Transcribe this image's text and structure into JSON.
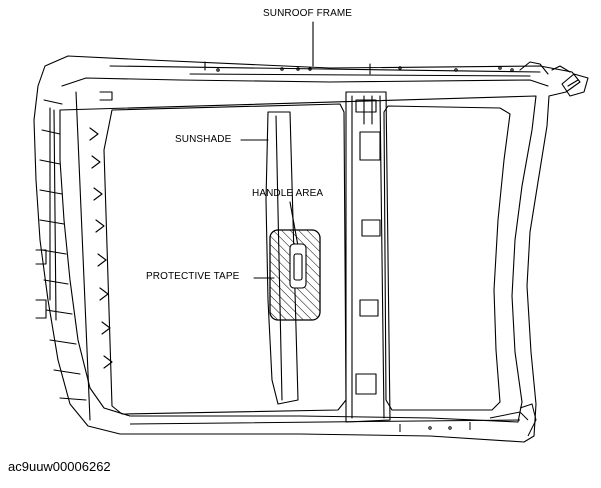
{
  "labels": {
    "sunroof_frame": "SUNROOF FRAME",
    "sunshade": "SUNSHADE",
    "handle_area": "HANDLE AREA",
    "protective_tape": "PROTECTIVE TAPE"
  },
  "figure_code": "ac9uuw00006262",
  "colors": {
    "line": "#000000",
    "background": "#ffffff"
  }
}
